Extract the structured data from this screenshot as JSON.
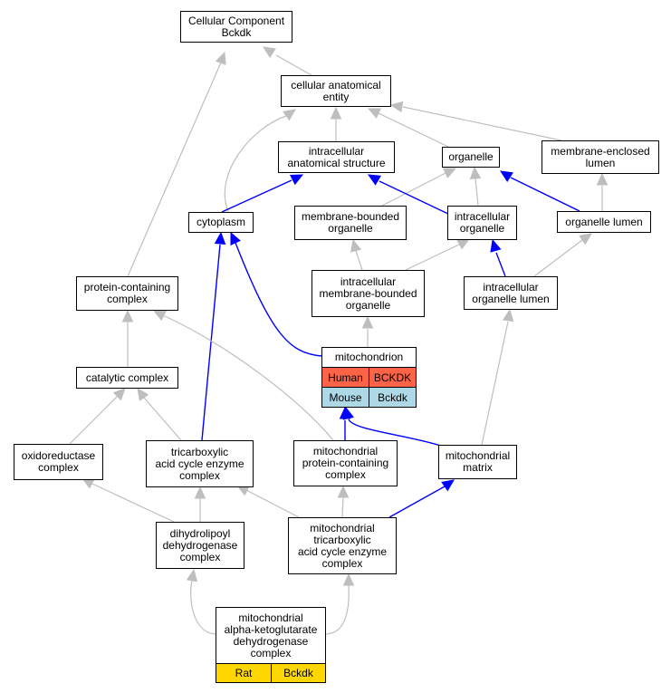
{
  "nodes": {
    "cc_bckdk": "Cellular Component\nBckdk",
    "cell_anat": "cellular anatomical\nentity",
    "intra_anat": "intracellular\nanatomical structure",
    "organelle": "organelle",
    "mem_encl_lumen": "membrane-enclosed\nlumen",
    "cytoplasm": "cytoplasm",
    "mem_bound_org": "membrane-bounded\norganelle",
    "intra_org": "intracellular\norganelle",
    "org_lumen": "organelle lumen",
    "protein_complex": "protein-containing\ncomplex",
    "intra_mem_bound": "intracellular\nmembrane-bounded\norganelle",
    "intra_org_lumen": "intracellular\norganelle lumen",
    "mitochondrion": "mitochondrion",
    "catalytic": "catalytic complex",
    "oxidoreductase": "oxidoreductase\ncomplex",
    "tca_enzyme": "tricarboxylic\nacid cycle enzyme\ncomplex",
    "mito_protein": "mitochondrial\nprotein-containing\ncomplex",
    "mito_matrix": "mitochondrial\nmatrix",
    "dihydrolipoyl": "dihydrolipoyl\ndehydrogenase\ncomplex",
    "mito_tca": "mitochondrial\ntricarboxylic\nacid cycle enzyme\ncomplex",
    "mito_akg": "mitochondrial\nalpha-ketoglutarate\ndehydrogenase\ncomplex"
  },
  "annotations": {
    "human_species": "Human",
    "human_gene": "BCKDK",
    "mouse_species": "Mouse",
    "mouse_gene": "Bckdk",
    "rat_species": "Rat",
    "rat_gene": "Bckdk"
  },
  "colors": {
    "human": "#FF6347",
    "mouse": "#ADD8E6",
    "rat": "#FFD700",
    "edge_blue": "#0000FF",
    "edge_gray": "#BEBEBE"
  }
}
